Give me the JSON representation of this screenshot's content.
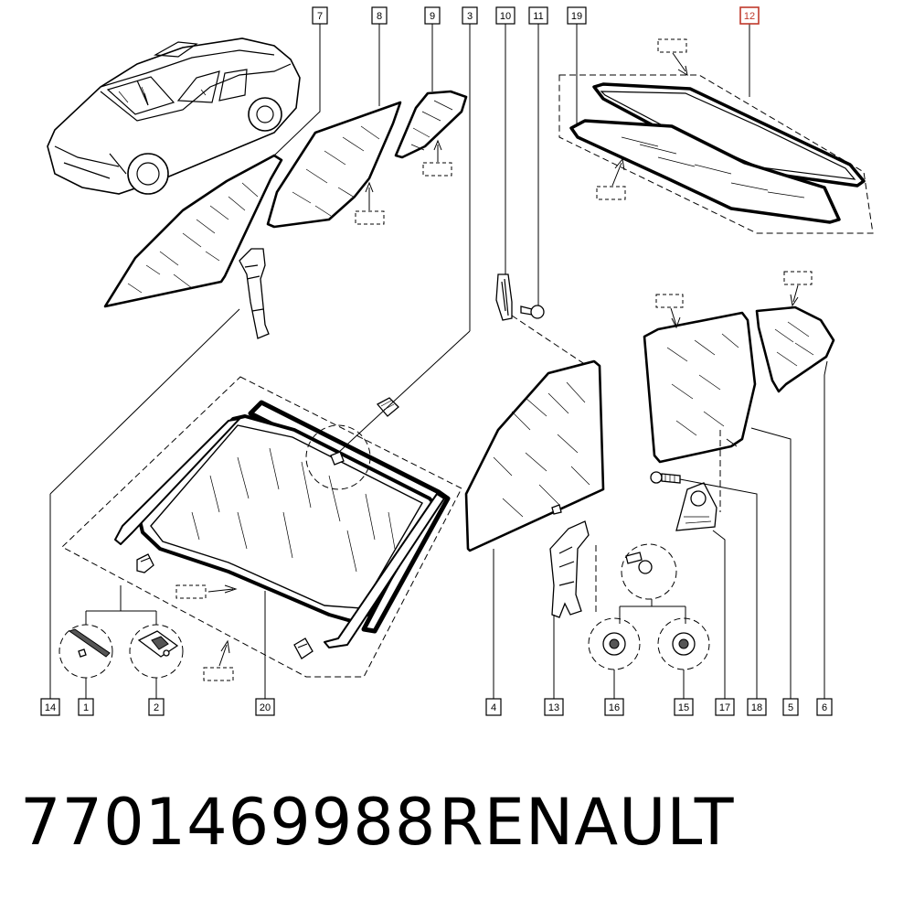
{
  "callouts": {
    "c7": "7",
    "c8": "8",
    "c9": "9",
    "c3": "3",
    "c10": "10",
    "c11": "11",
    "c19": "19",
    "c12": "12",
    "c14": "14",
    "c1": "1",
    "c2": "2",
    "c20": "20",
    "c4": "4",
    "c13": "13",
    "c16": "16",
    "c15": "15",
    "c17": "17",
    "c18": "18",
    "c5": "5",
    "c6": "6"
  },
  "highlight_color": "#c0392b",
  "footer": {
    "part_number": "7701469988",
    "brand": "RENAULT"
  }
}
